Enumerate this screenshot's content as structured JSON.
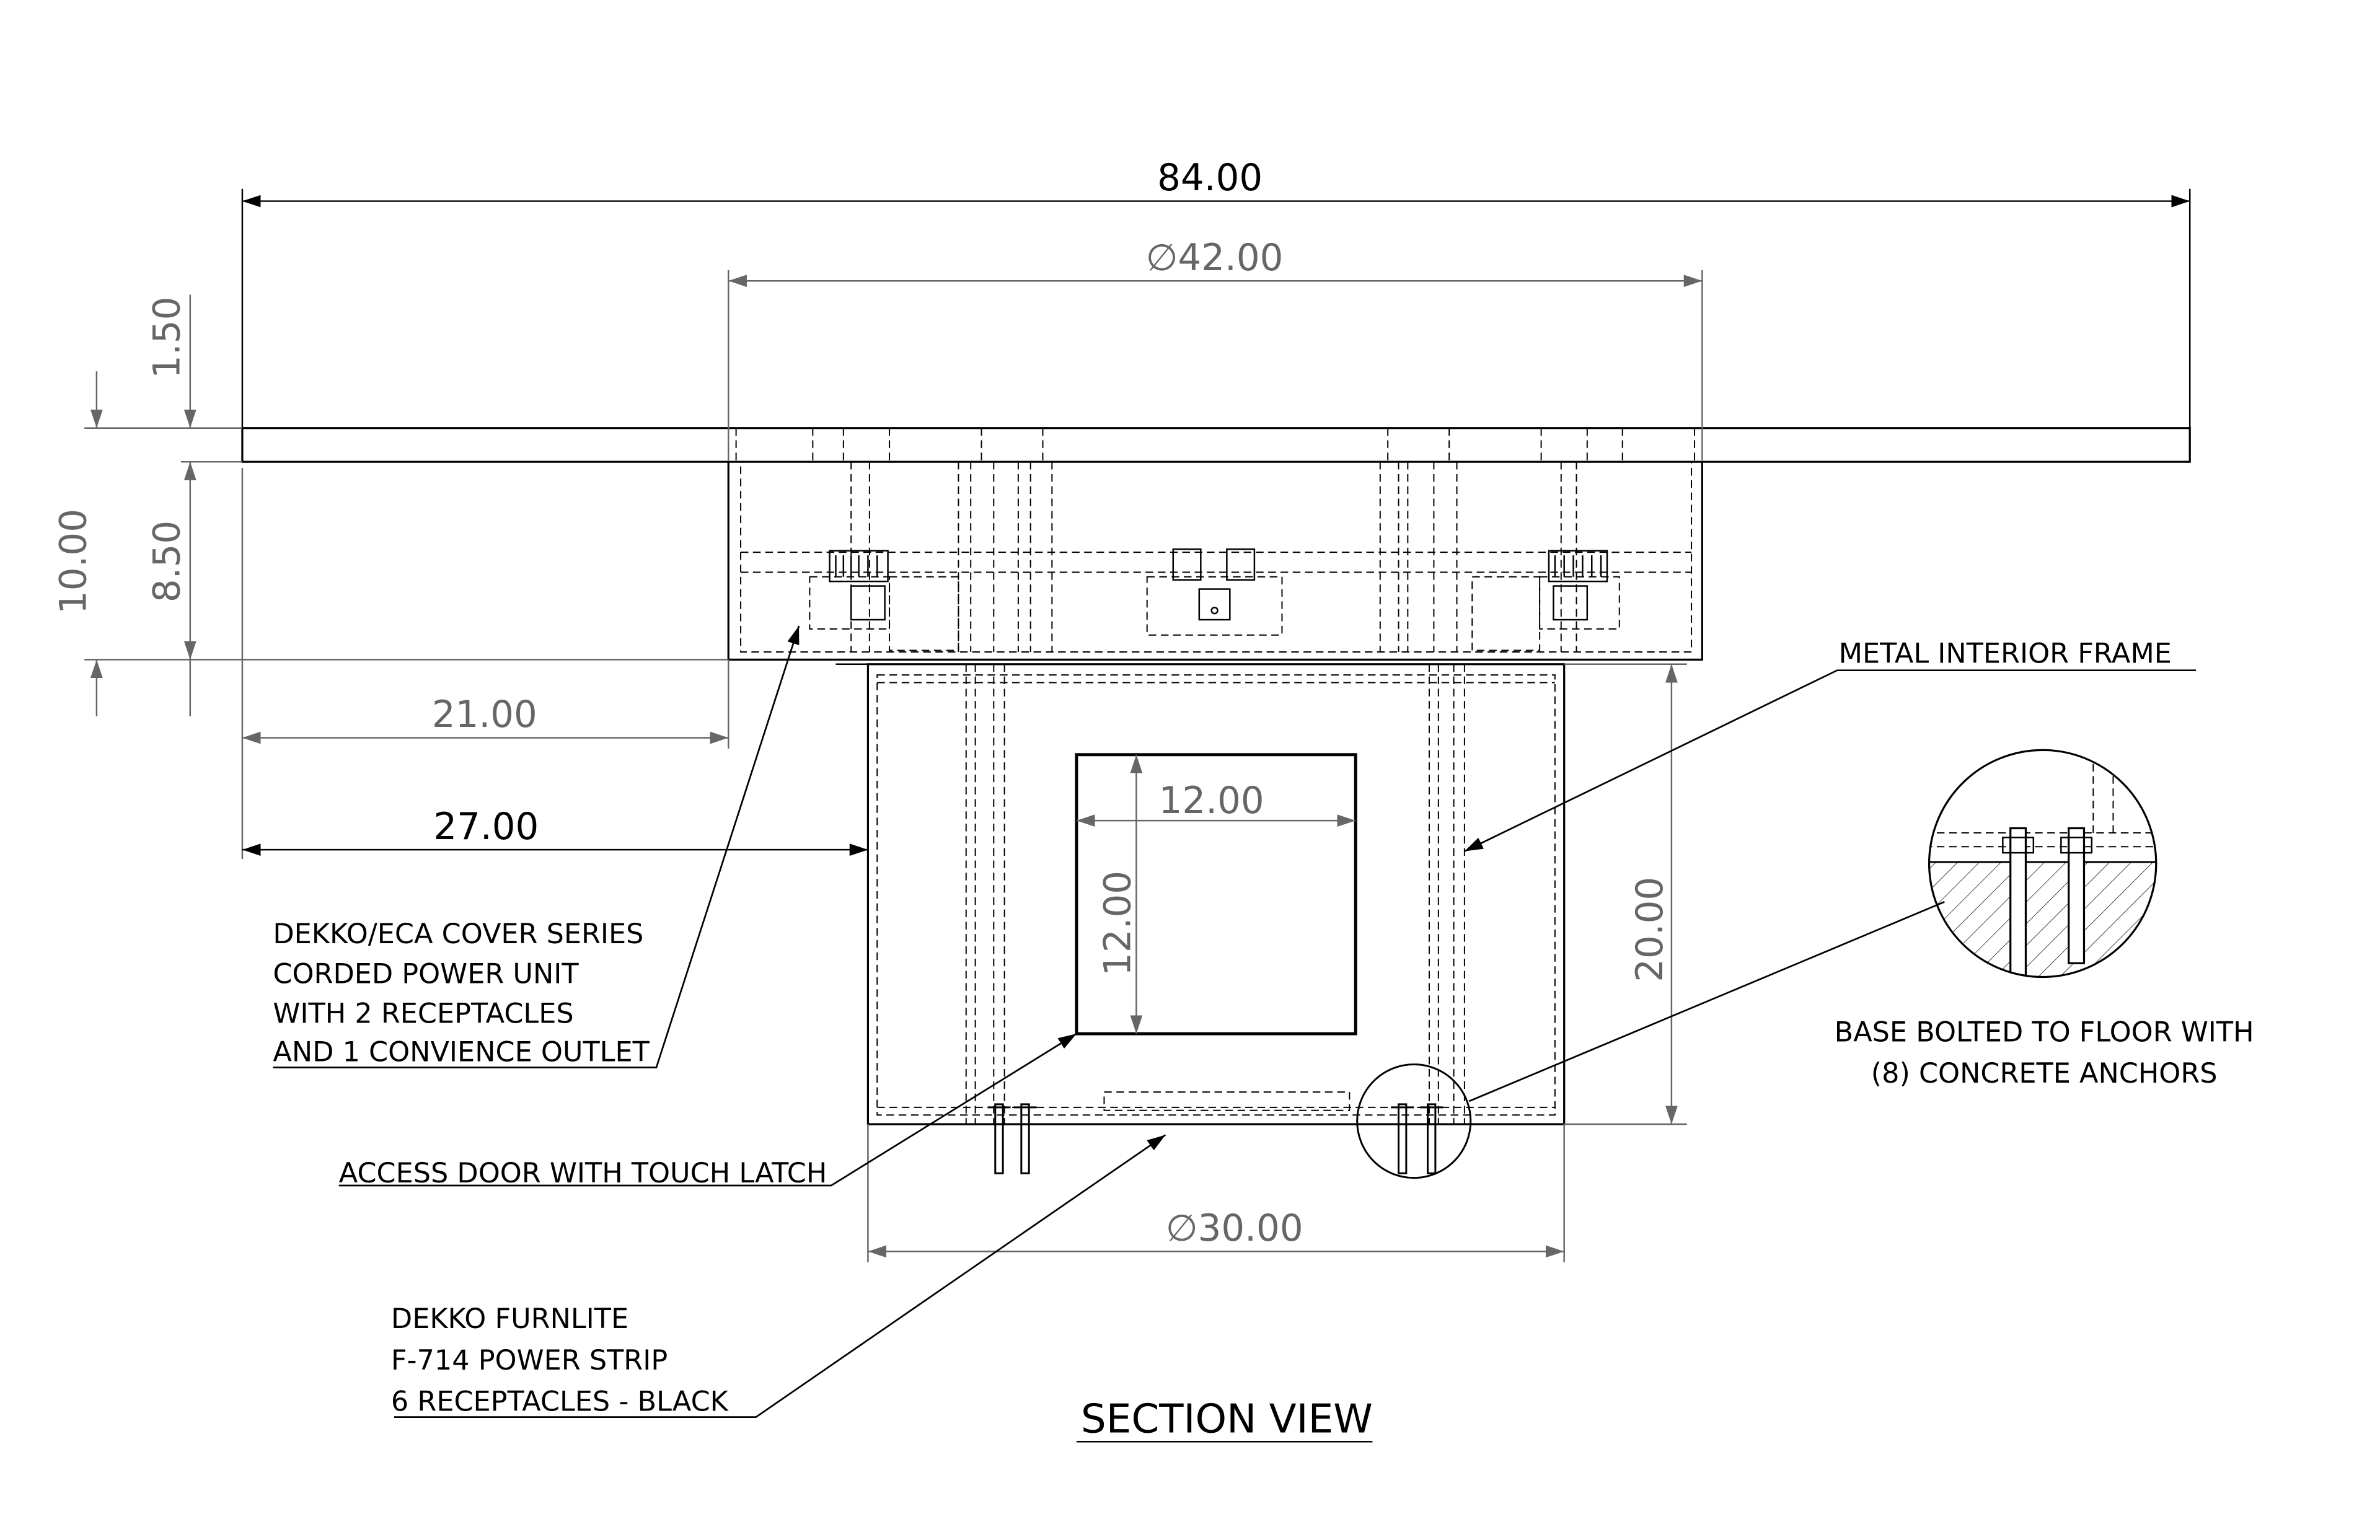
{
  "dimensions": {
    "overall_width": "84.00",
    "top_diameter": "∅42.00",
    "top_thickness": "1.50",
    "upper_height": "8.50",
    "total_height": "10.00",
    "upper_offset": "21.00",
    "base_offset": "27.00",
    "door_width": "12.00",
    "door_height": "12.00",
    "base_height": "20.00",
    "base_diameter": "∅30.00"
  },
  "callouts": {
    "metal_frame": "METAL INTERIOR FRAME",
    "power_unit": [
      "DEKKO/ECA COVER SERIES",
      "CORDED POWER UNIT",
      "WITH 2 RECEPTACLES",
      "AND 1 CONVIENCE OUTLET"
    ],
    "access_door": "ACCESS DOOR WITH TOUCH LATCH",
    "power_strip": [
      "DEKKO FURNLITE",
      "F-714 POWER STRIP",
      "6 RECEPTACLES - BLACK"
    ],
    "anchors": [
      "BASE BOLTED TO FLOOR WITH",
      "(8) CONCRETE ANCHORS"
    ]
  },
  "view_title": "SECTION VIEW",
  "colors": {
    "line": "#000000",
    "dim": "#555555"
  }
}
